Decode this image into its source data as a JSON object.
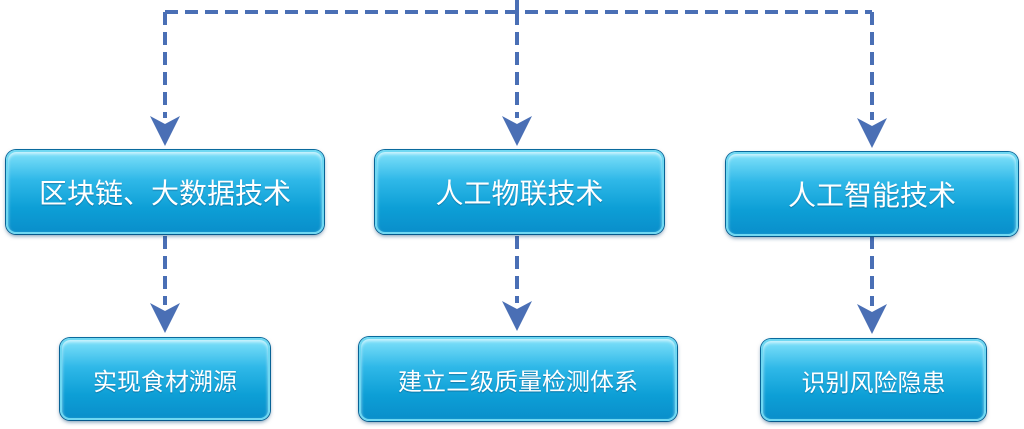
{
  "nodes": {
    "tech_1": "区块链、大数据技术",
    "tech_2": "人工物联技术",
    "tech_3": "人工智能技术",
    "goal_1": "实现食材溯源",
    "goal_2": "建立三级质量检测体系",
    "goal_3": "识别风险隐患"
  },
  "colors": {
    "connector": "#4a6fb5",
    "box_top": "#7fe1fa",
    "box_bottom": "#0a8fcb",
    "text": "#ffffff"
  }
}
